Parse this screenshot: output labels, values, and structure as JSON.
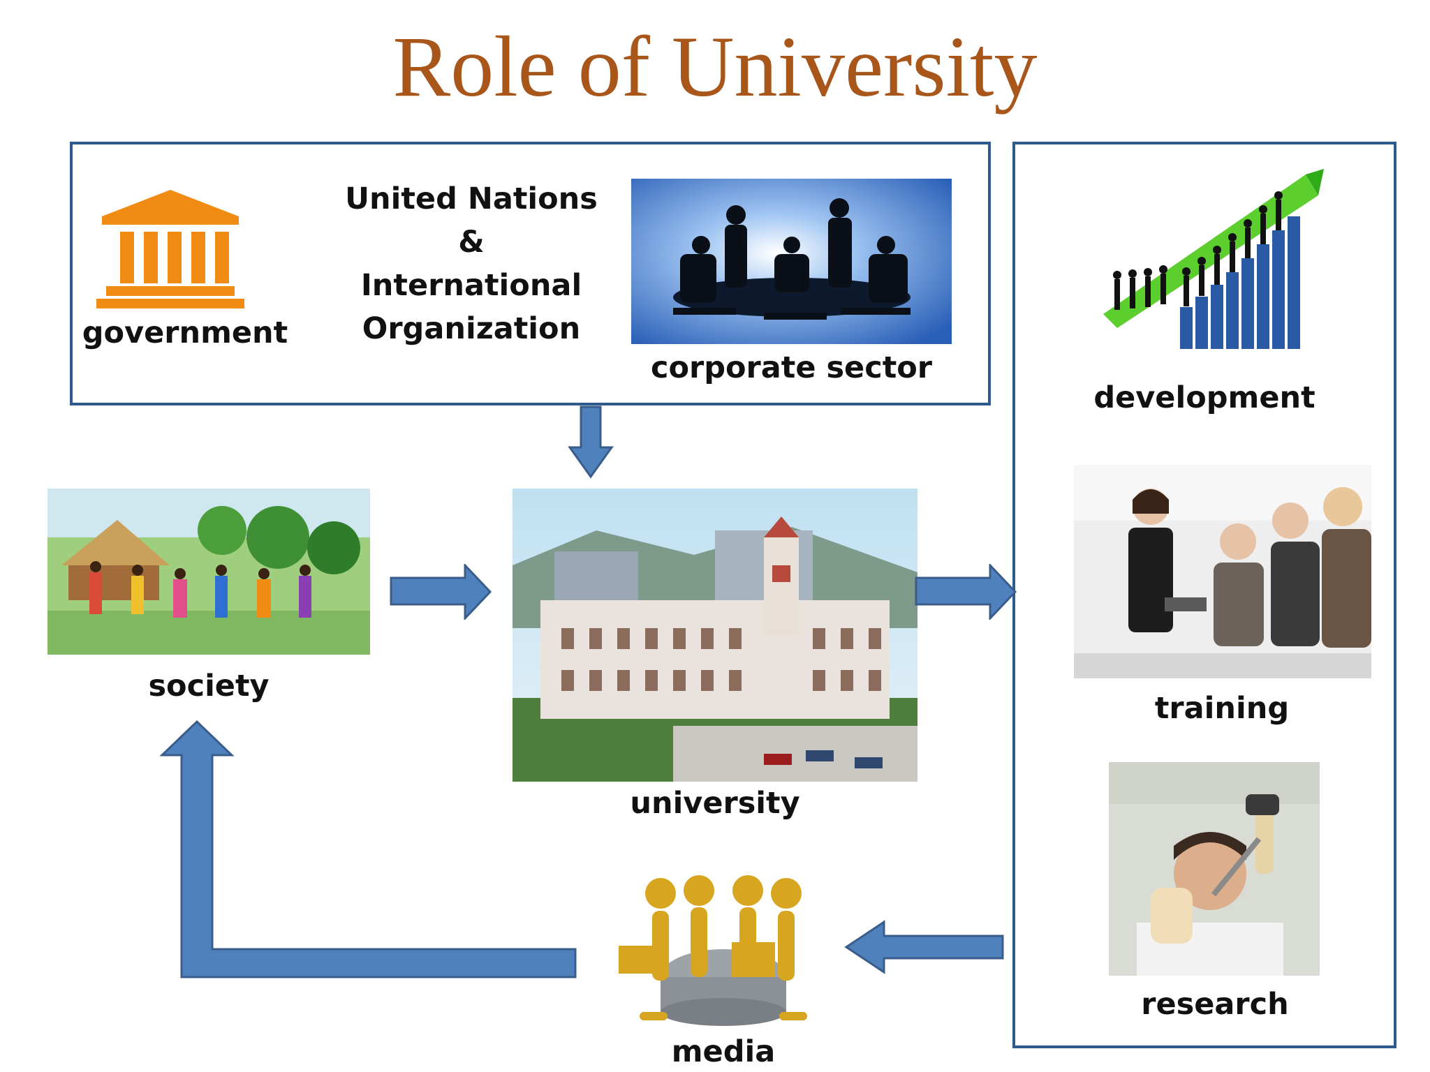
{
  "title": "Role of University",
  "top_panel": {
    "government": "government",
    "un_org_lines": [
      "United Nations",
      "&",
      "International",
      "Organization"
    ],
    "corporate": "corporate sector"
  },
  "center": {
    "society": "society",
    "university": "university",
    "media": "media"
  },
  "right_panel": {
    "development": "development",
    "training": "training",
    "research": "research"
  },
  "colors": {
    "title": "#A8561A",
    "frame": "#2E5B8E",
    "arrow_fill": "#4F81BD",
    "arrow_stroke": "#385D8A",
    "government_icon": "#F08C13"
  }
}
